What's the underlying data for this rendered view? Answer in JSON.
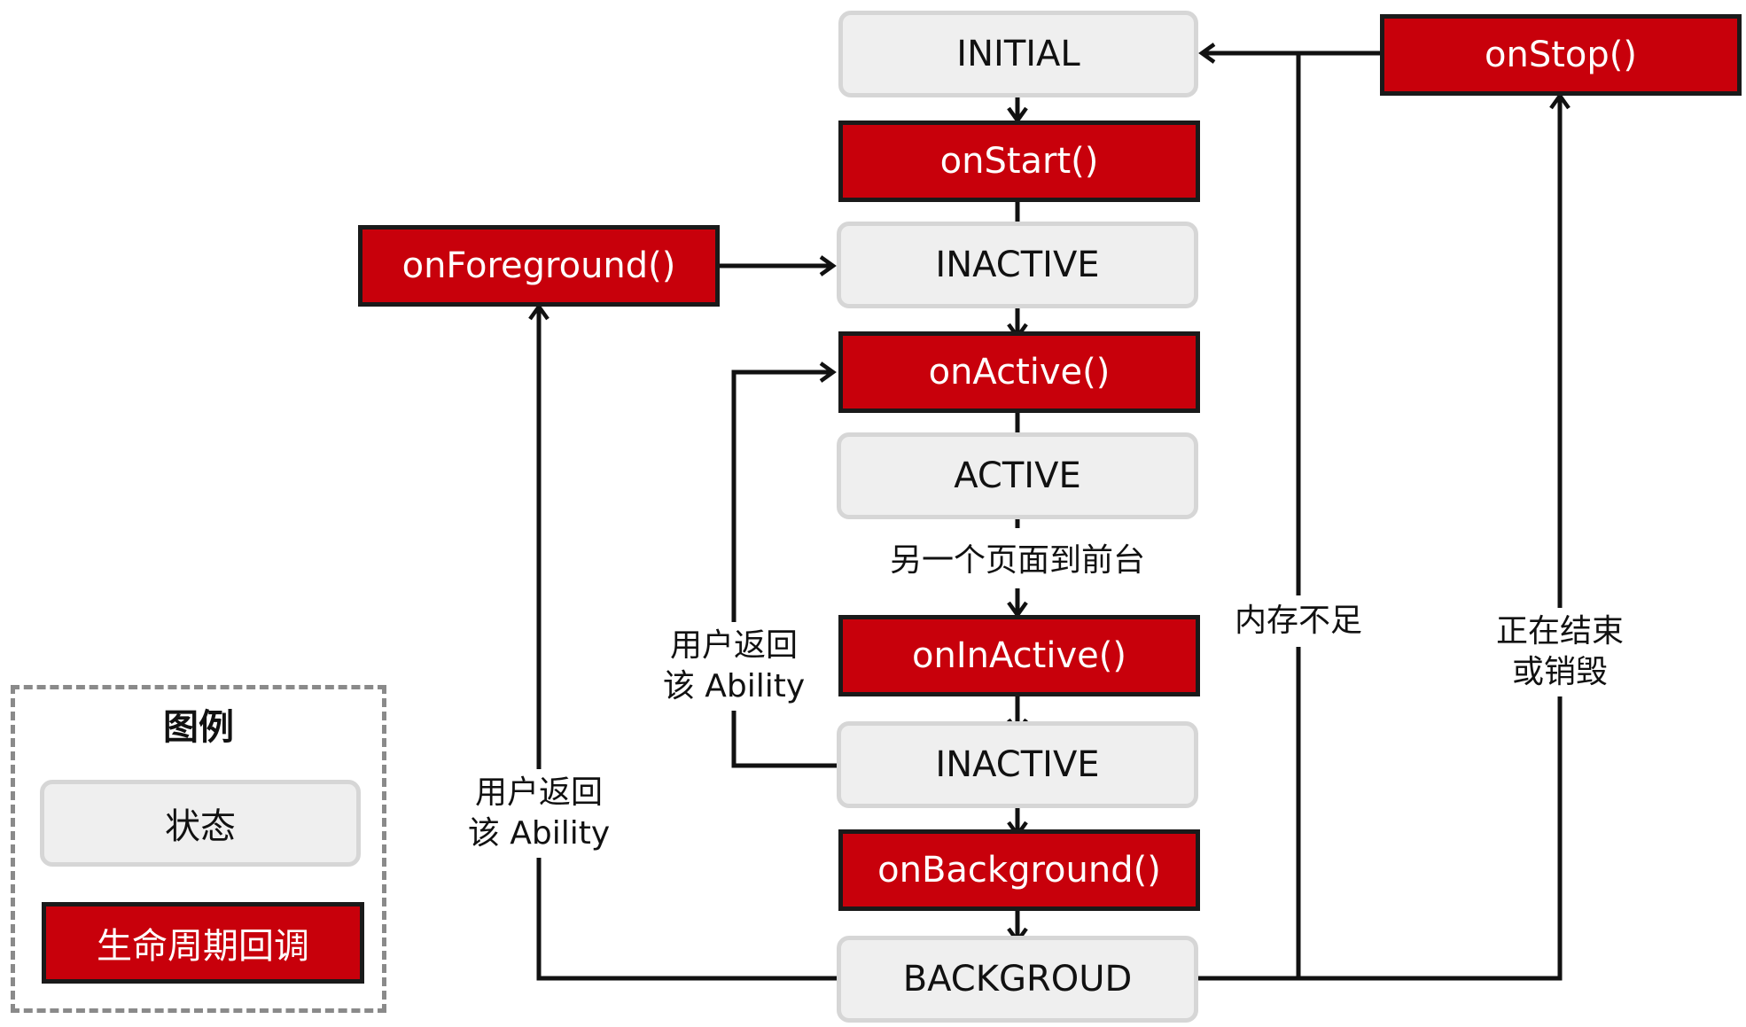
{
  "states": {
    "initial": "INITIAL",
    "inactive_1": "INACTIVE",
    "active": "ACTIVE",
    "inactive_2": "INACTIVE",
    "background": "BACKGROUD"
  },
  "callbacks": {
    "on_start": "onStart()",
    "on_foreground": "onForeground()",
    "on_active": "onActive()",
    "on_inactive": "onInActive()",
    "on_background": "onBackground()",
    "on_stop": "onStop()"
  },
  "labels": {
    "another_page_front": "另一个页面到前台",
    "user_return_1_line1": "用户返回",
    "user_return_1_line2": "该 Ability",
    "user_return_2_line1": "用户返回",
    "user_return_2_line2": "该 Ability",
    "low_memory": "内存不足",
    "ending_line1": "正在结束",
    "ending_line2": "或销毁"
  },
  "legend": {
    "title": "图例",
    "state_label": "状态",
    "callback_label": "生命周期回调"
  },
  "colors": {
    "callback_fill": "#c8000b",
    "state_fill": "#efefef",
    "state_border": "#d6d6d6",
    "arrow": "#111111"
  }
}
